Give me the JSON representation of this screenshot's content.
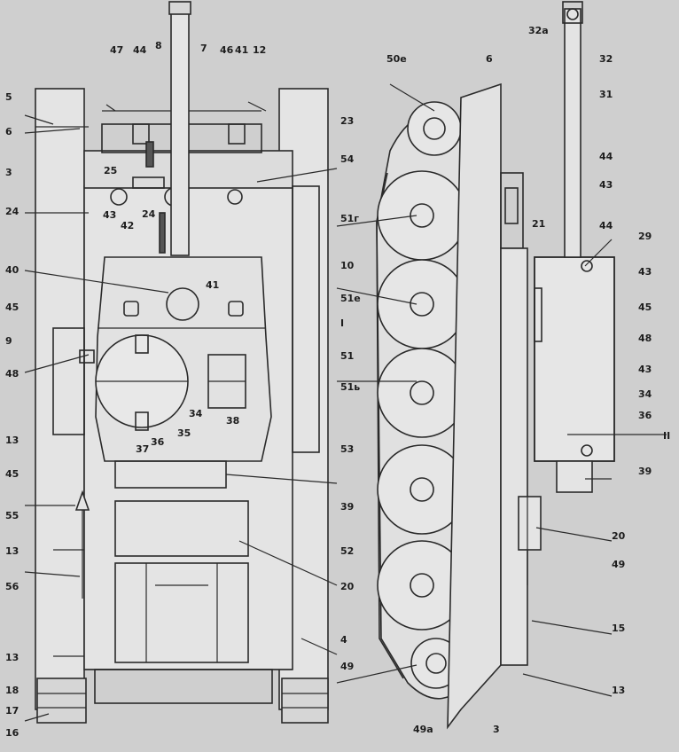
{
  "colors": {
    "paper": "#cfcfcf",
    "ink": "#2a2a2a",
    "hull": "#e4e4e4",
    "shade": "#d6d6d6"
  },
  "labels": {
    "left": [
      "5",
      "6",
      "3",
      "24",
      "40",
      "45",
      "9",
      "48",
      "13",
      "45",
      "55",
      "13",
      "56",
      "13",
      "18",
      "17",
      "16"
    ],
    "top": [
      "47",
      "44",
      "8",
      "7",
      "46",
      "41",
      "12"
    ],
    "center": [
      "23",
      "54",
      "51г",
      "10",
      "51е",
      "I",
      "51",
      "51ь",
      "53",
      "39",
      "52",
      "20",
      "4",
      "49"
    ],
    "inner": [
      "25",
      "24",
      "43",
      "42",
      "41",
      "34",
      "35",
      "36",
      "37",
      "38"
    ],
    "right_col": [
      "50е",
      "6",
      "32а",
      "32",
      "31",
      "44",
      "43",
      "21",
      "44",
      "29",
      "43",
      "45",
      "48",
      "43",
      "34",
      "36",
      "II",
      "39",
      "20",
      "49",
      "15",
      "13",
      "49а",
      "3"
    ]
  }
}
